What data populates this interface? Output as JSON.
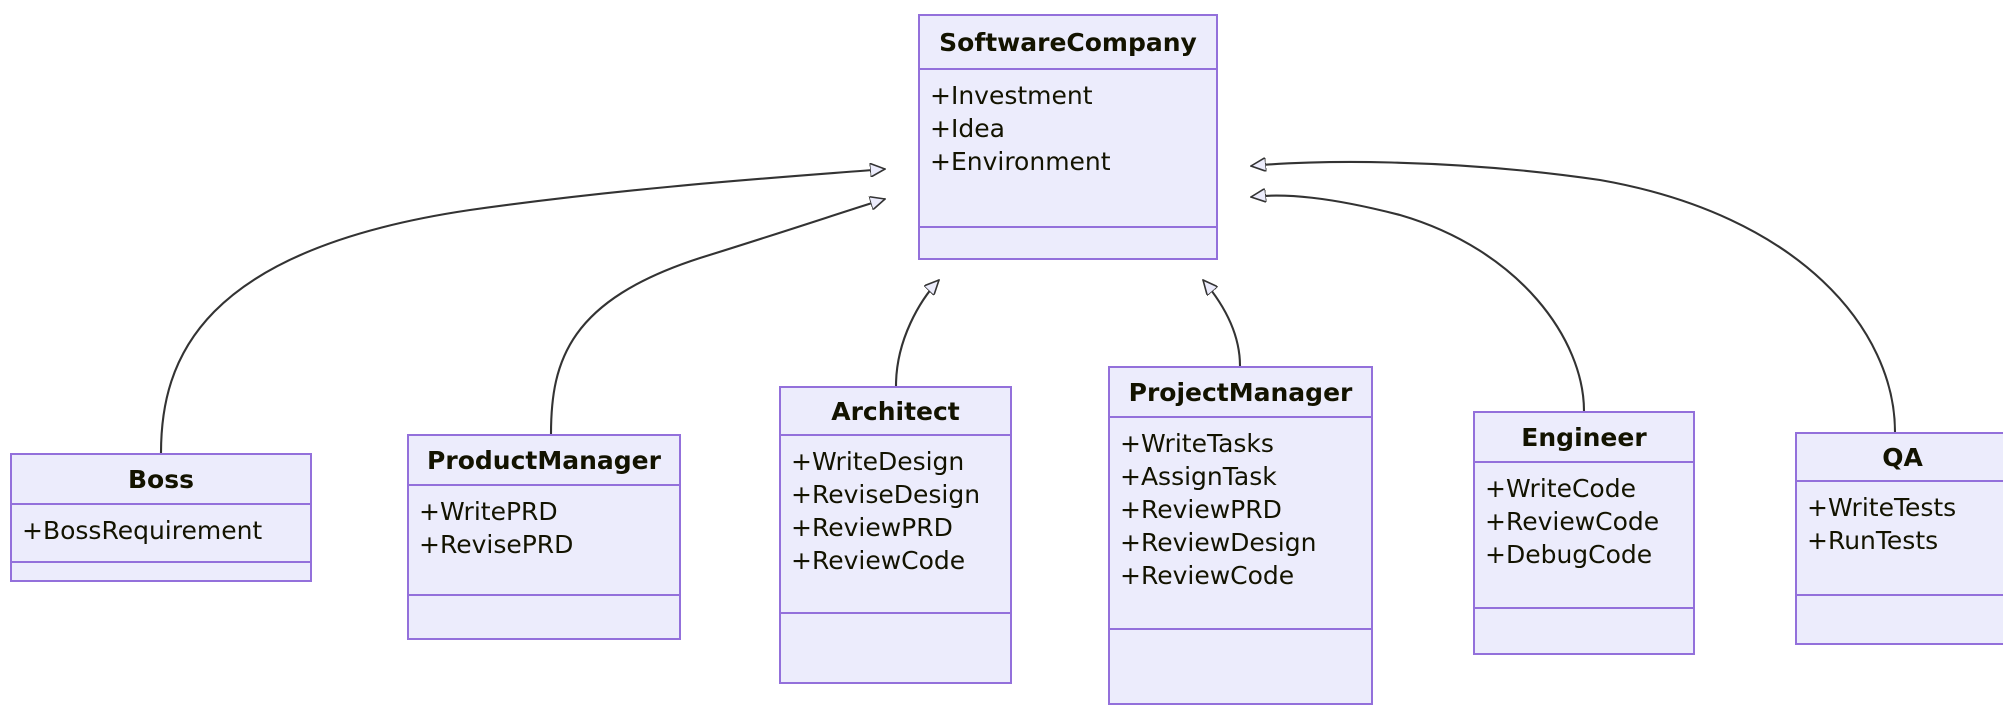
{
  "diagram": {
    "type": "uml-class-diagram",
    "title": "",
    "colors": {
      "node_fill": "#ECECFC",
      "node_border": "#9370DB",
      "edge_stroke": "#333333",
      "text": "#131300",
      "background": "#FFFFFF"
    },
    "classes": [
      {
        "id": "software-company",
        "name": "SoftwareCompany",
        "attributes": [
          "+Investment",
          "+Idea",
          "+Environment"
        ],
        "methods": []
      },
      {
        "id": "boss",
        "name": "Boss",
        "attributes": [
          "+BossRequirement"
        ],
        "methods": []
      },
      {
        "id": "product-manager",
        "name": "ProductManager",
        "attributes": [
          "+WritePRD",
          "+RevisePRD"
        ],
        "methods": []
      },
      {
        "id": "architect",
        "name": "Architect",
        "attributes": [
          "+WriteDesign",
          "+ReviseDesign",
          "+ReviewPRD",
          "+ReviewCode"
        ],
        "methods": []
      },
      {
        "id": "project-manager",
        "name": "ProjectManager",
        "attributes": [
          "+WriteTasks",
          "+AssignTask",
          "+ReviewPRD",
          "+ReviewDesign",
          "+ReviewCode"
        ],
        "methods": []
      },
      {
        "id": "engineer",
        "name": "Engineer",
        "attributes": [
          "+WriteCode",
          "+ReviewCode",
          "+DebugCode"
        ],
        "methods": []
      },
      {
        "id": "qa",
        "name": "QA",
        "attributes": [
          "+WriteTests",
          "+RunTests"
        ],
        "methods": []
      }
    ],
    "relationships": [
      {
        "from": "boss",
        "to": "software-company",
        "kind": "generalization",
        "arrow": "hollow-triangle"
      },
      {
        "from": "product-manager",
        "to": "software-company",
        "kind": "generalization",
        "arrow": "hollow-triangle"
      },
      {
        "from": "architect",
        "to": "software-company",
        "kind": "generalization",
        "arrow": "hollow-triangle"
      },
      {
        "from": "project-manager",
        "to": "software-company",
        "kind": "generalization",
        "arrow": "hollow-triangle"
      },
      {
        "from": "engineer",
        "to": "software-company",
        "kind": "generalization",
        "arrow": "hollow-triangle"
      },
      {
        "from": "qa",
        "to": "software-company",
        "kind": "generalization",
        "arrow": "hollow-triangle"
      }
    ]
  }
}
